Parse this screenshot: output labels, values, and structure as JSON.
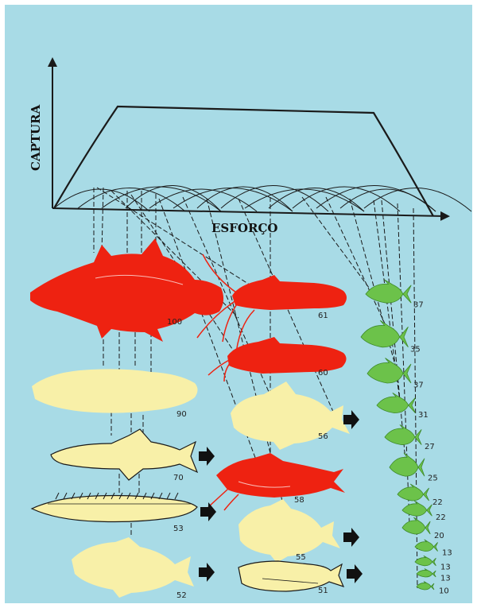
{
  "figure": {
    "background": "#a8dbe6",
    "colors": {
      "red": "#ee2211",
      "yellow": "#f8f0a8",
      "green": "#6cc24a",
      "line": "#1a1a1a"
    }
  },
  "axes": {
    "y_label": "CAPTURA",
    "x_label": "ESFORÇO"
  },
  "fish": [
    {
      "id": "red-large",
      "value": "100",
      "color": "red"
    },
    {
      "id": "red-catfish-1",
      "value": "61",
      "color": "red"
    },
    {
      "id": "red-catfish-2",
      "value": "60",
      "color": "red"
    },
    {
      "id": "yellow-pacu",
      "value": "90",
      "color": "yellow"
    },
    {
      "id": "yellow-tambaqui",
      "value": "56",
      "color": "yellow"
    },
    {
      "id": "yellow-pike",
      "value": "70",
      "color": "yellow"
    },
    {
      "id": "red-spiny",
      "value": "58",
      "color": "red"
    },
    {
      "id": "yellow-long",
      "value": "53",
      "color": "yellow"
    },
    {
      "id": "yellow-piranha",
      "value": "55",
      "color": "yellow"
    },
    {
      "id": "yellow-cichlid",
      "value": "52",
      "color": "yellow"
    },
    {
      "id": "yellow-herring",
      "value": "51",
      "color": "yellow"
    }
  ],
  "small_fish": [
    "37",
    "35",
    "37",
    "31",
    "27",
    "25",
    "22",
    "22",
    "20",
    "13",
    "13",
    "13",
    "10"
  ]
}
